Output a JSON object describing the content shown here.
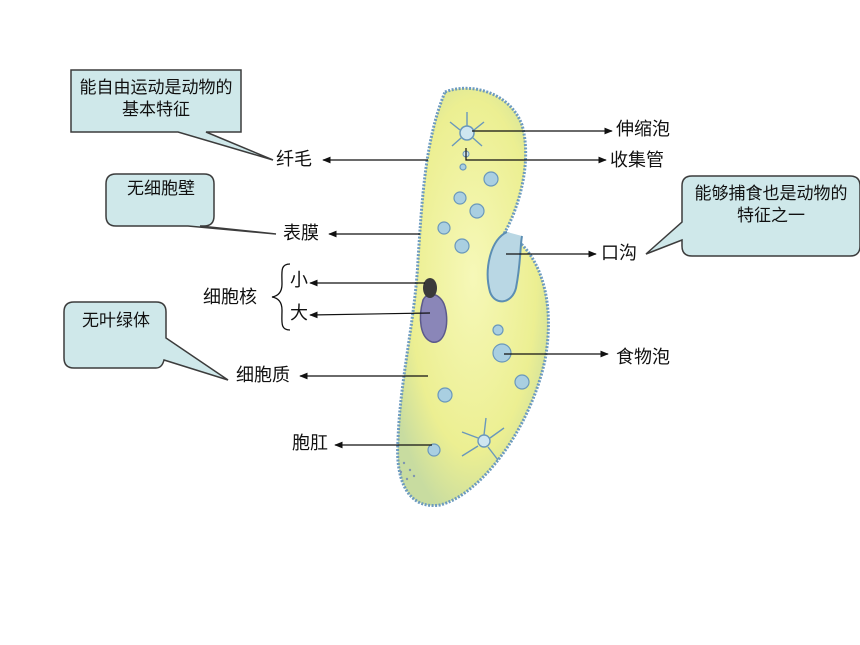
{
  "labels": {
    "cilia": "纤毛",
    "pellicle": "表膜",
    "nucleus": "细胞核",
    "micronucleus": "小",
    "macronucleus": "大",
    "cytoplasm": "细胞质",
    "anal_pore": "胞肛",
    "contractile_vacuole": "伸缩泡",
    "collecting_canal": "收集管",
    "oral_groove": "口沟",
    "food_vacuole": "食物泡"
  },
  "callouts": {
    "movement": "能自由运动是动物的基本特征",
    "no_wall": "无细胞壁",
    "no_chloroplast": "无叶绿体",
    "feeding": "能够捕食也是动物的特征之一"
  },
  "colors": {
    "callout_fill": "#cfe8ea",
    "callout_stroke": "#3c3c3c",
    "body_fill": "#f0f29a",
    "body_edge": "#6d9bbf",
    "vacuole": "#9cc6da",
    "nucleus_dark": "#3a3a3a",
    "nucleus_large": "#8a86b8"
  }
}
